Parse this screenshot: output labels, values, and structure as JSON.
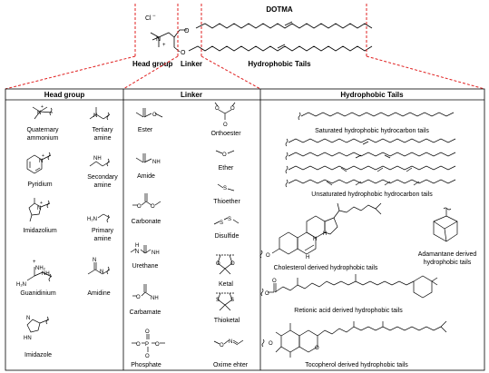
{
  "title": "DOTMA",
  "top_labels": {
    "head_group": "Head group",
    "linker": "Linker",
    "tails": "Hydrophobic Tails",
    "chloride": "Cl"
  },
  "panels": {
    "head_group": "Head group",
    "linker": "Linker",
    "tails": "Hydrophobic Tails"
  },
  "head_groups": {
    "quaternary_ammonium": [
      "Quaternary",
      "ammonium"
    ],
    "tertiary_amine": [
      "Tertiary",
      "amine"
    ],
    "pyridium": [
      "Pyridium"
    ],
    "secondary_amine": [
      "Secondary",
      "amine"
    ],
    "imidazolium": [
      "Imidazolium"
    ],
    "primary_amine": [
      "Primary",
      "amine"
    ],
    "guanidinium": [
      "Guanidinium"
    ],
    "amidine": [
      "Amidine"
    ],
    "imidazole": [
      "Imidazole"
    ]
  },
  "linkers": {
    "ester": "Ester",
    "orthoester": "Orthoester",
    "amide": "Amide",
    "ether": "Ether",
    "carbonate": "Carbonate",
    "thioether": "Thioether",
    "disulfide": "Disulfide",
    "urethane": "Urethane",
    "ketal": "Ketal",
    "carbamate": "Carbamate",
    "thioketal": "Thioketal",
    "phosphate": "Phosphate",
    "oxime_ether": "Oxime ehter"
  },
  "tails": {
    "saturated": "Saturated hydrophobic  hydrocarbon tails",
    "unsaturated": "Unsaturated hydrophobic  hydrocarbon tails",
    "cholesterol": "Cholesterol derived  hydrophobic tails",
    "adamantane": [
      "Adamantane derived",
      "hydrophobic tails"
    ],
    "retinoic": "Retionic acid derived  hydrophobic tails",
    "tocopherol": "Tocopherol derived  hydrophobic tails"
  },
  "atoms": {
    "N": "N",
    "O": "O",
    "S": "S",
    "P": "P",
    "H": "H",
    "NH": "NH",
    "NH2": "NH₂",
    "HN": "HN",
    "H2N": "H₂N",
    "plus": "+",
    "minus": "−"
  },
  "colors": {
    "dashed_connector": "#e02020",
    "lines": "#000000"
  }
}
